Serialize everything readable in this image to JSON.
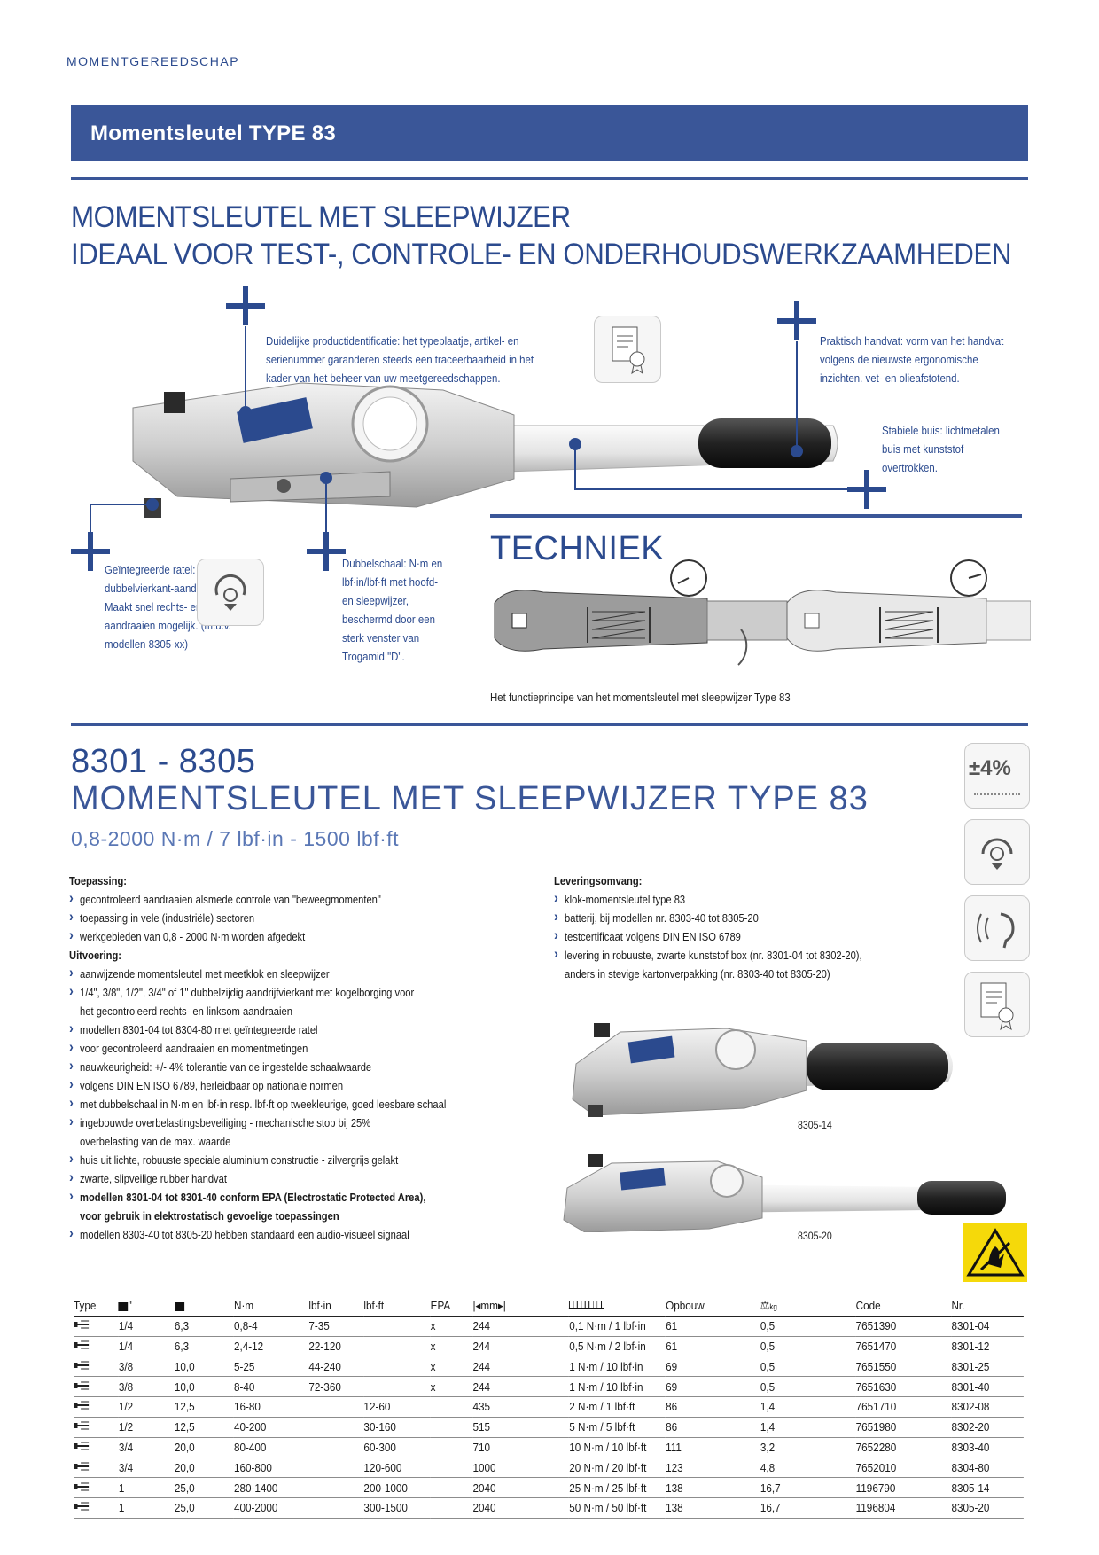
{
  "header": {
    "category": "MOMENTGEREEDSCHAP",
    "section_title": "Momentsleutel TYPE 83"
  },
  "headline": {
    "line1": "MOMENTSLEUTEL MET SLEEPWIJZER",
    "line2": "IDEAAL VOOR TEST-, CONTROLE- EN ONDERHOUDSWERKZAAMHEDEN"
  },
  "callouts": {
    "identification": "Duidelijke productidentificatie: het typeplaatje, artikel- en serienummer garanderen steeds een traceerbaarheid in het kader van het beheer van uw meetgereedschappen.",
    "handle": "Praktisch handvat: vorm van het handvat volgens de nieuwste ergonomische inzichten. vet- en olieafstotend.",
    "tube": "Stabiele buis: lichtmetalen buis met kunststof overtrokken.",
    "ratchet": "Geïntegreerde ratel: met dubbelvierkant-aandrijving. Maakt snel rechts- en linksom aandraaien mogelijk. (m.u.v. modellen 8305-xx)",
    "scale": "Dubbelschaal: N·m en lbf·in/lbf·ft met hoofd- en sleepwijzer, beschermd door een sterk venster van Trogamid \"D\"."
  },
  "techniek": {
    "title": "TECHNIEK",
    "caption": "Het functieprincipe van het momentsleutel met sleepwijzer Type 83"
  },
  "product": {
    "code_range": "8301 - 8305",
    "title": "MOMENTSLEUTEL MET SLEEPWIJZER TYPE 83",
    "range": "0,8-2000 N·m / 7 lbf·in - 1500 lbf·ft",
    "tolerance_badge": "±4%"
  },
  "application": {
    "heading": "Toepassing:",
    "items": [
      "gecontroleerd aandraaien alsmede controle van \"beweegmomenten\"",
      "toepassing in vele (industriële) sectoren",
      "werkgebieden van 0,8 - 2000 N·m worden afgedekt"
    ]
  },
  "design": {
    "heading": "Uitvoering:",
    "items": [
      "aanwijzende momentsleutel met meetklok en sleepwijzer",
      "1/4\", 3/8\", 1/2\", 3/4\" of 1\" dubbelzijdig aandrijfvierkant met kogelborging voor het gecontroleerd rechts- en linksom aandraaien",
      "modellen 8301-04 tot 8304-80 met geïntegreerde ratel",
      "voor gecontroleerd aandraaien en momentmetingen",
      "nauwkeurigheid: +/- 4% tolerantie van de ingestelde schaalwaarde",
      "volgens DIN EN ISO 6789, herleidbaar op nationale normen",
      "met dubbelschaal in N·m en lbf·in resp. lbf·ft op tweekleurige, goed leesbare schaal",
      "ingebouwde overbelastingsbeveiliging - mechanische stop bij 25% overbelasting van de max. waarde",
      "huis uit lichte, robuuste speciale aluminium constructie - zilvergrijs gelakt",
      "zwarte, slipveilige rubber handvat",
      "modellen 8301-04 tot 8301-40 conform EPA (Electrostatic Protected Area), voor gebruik in elektrostatisch gevoelige toepassingen",
      "modellen 8303-40 tot 8305-20 hebben standaard een audio-visueel signaal"
    ]
  },
  "delivery": {
    "heading": "Leveringsomvang:",
    "items": [
      "klok-momentsleutel type 83",
      "batterij, bij modellen nr. 8303-40 tot 8305-20",
      "testcertificaat volgens DIN EN ISO 6789",
      "levering in robuuste, zwarte kunststof box (nr. 8301-04 tot 8302-20), anders in stevige kartonverpakking (nr. 8303-40 tot 8305-20)"
    ]
  },
  "images": {
    "label_a": "8305-14",
    "label_b": "8305-20"
  },
  "table": {
    "headers": [
      "Type",
      "\"",
      "",
      "N·m",
      "lbf·in",
      "lbf·ft",
      "EPA",
      "mm",
      "",
      "Opbouw",
      "kg",
      "Code",
      "Nr."
    ],
    "rows": [
      [
        "1/4",
        "6,3",
        "0,8-4",
        "7-35",
        "",
        "x",
        "244",
        "0,1 N·m / 1 lbf·in",
        "61",
        "0,5",
        "7651390",
        "8301-04"
      ],
      [
        "1/4",
        "6,3",
        "2,4-12",
        "22-120",
        "",
        "x",
        "244",
        "0,5 N·m / 2 lbf·in",
        "61",
        "0,5",
        "7651470",
        "8301-12"
      ],
      [
        "3/8",
        "10,0",
        "5-25",
        "44-240",
        "",
        "x",
        "244",
        "1 N·m / 10 lbf·in",
        "69",
        "0,5",
        "7651550",
        "8301-25"
      ],
      [
        "3/8",
        "10,0",
        "8-40",
        "72-360",
        "",
        "x",
        "244",
        "1 N·m / 10 lbf·in",
        "69",
        "0,5",
        "7651630",
        "8301-40"
      ],
      [
        "1/2",
        "12,5",
        "16-80",
        "",
        "12-60",
        "",
        "435",
        "2 N·m / 1 lbf·ft",
        "86",
        "1,4",
        "7651710",
        "8302-08"
      ],
      [
        "1/2",
        "12,5",
        "40-200",
        "",
        "30-160",
        "",
        "515",
        "5 N·m / 5 lbf·ft",
        "86",
        "1,4",
        "7651980",
        "8302-20"
      ],
      [
        "3/4",
        "20,0",
        "80-400",
        "",
        "60-300",
        "",
        "710",
        "10 N·m / 10 lbf·ft",
        "111",
        "3,2",
        "7652280",
        "8303-40"
      ],
      [
        "3/4",
        "20,0",
        "160-800",
        "",
        "120-600",
        "",
        "1000",
        "20 N·m / 20 lbf·ft",
        "123",
        "4,8",
        "7652010",
        "8304-80"
      ],
      [
        "1",
        "25,0",
        "280-1400",
        "",
        "200-1000",
        "",
        "2040",
        "25 N·m / 25 lbf·ft",
        "138",
        "16,7",
        "1196790",
        "8305-14"
      ],
      [
        "1",
        "25,0",
        "400-2000",
        "",
        "300-1500",
        "",
        "2040",
        "50 N·m / 50 lbf·ft",
        "138",
        "16,7",
        "1196804",
        "8305-20"
      ]
    ]
  }
}
